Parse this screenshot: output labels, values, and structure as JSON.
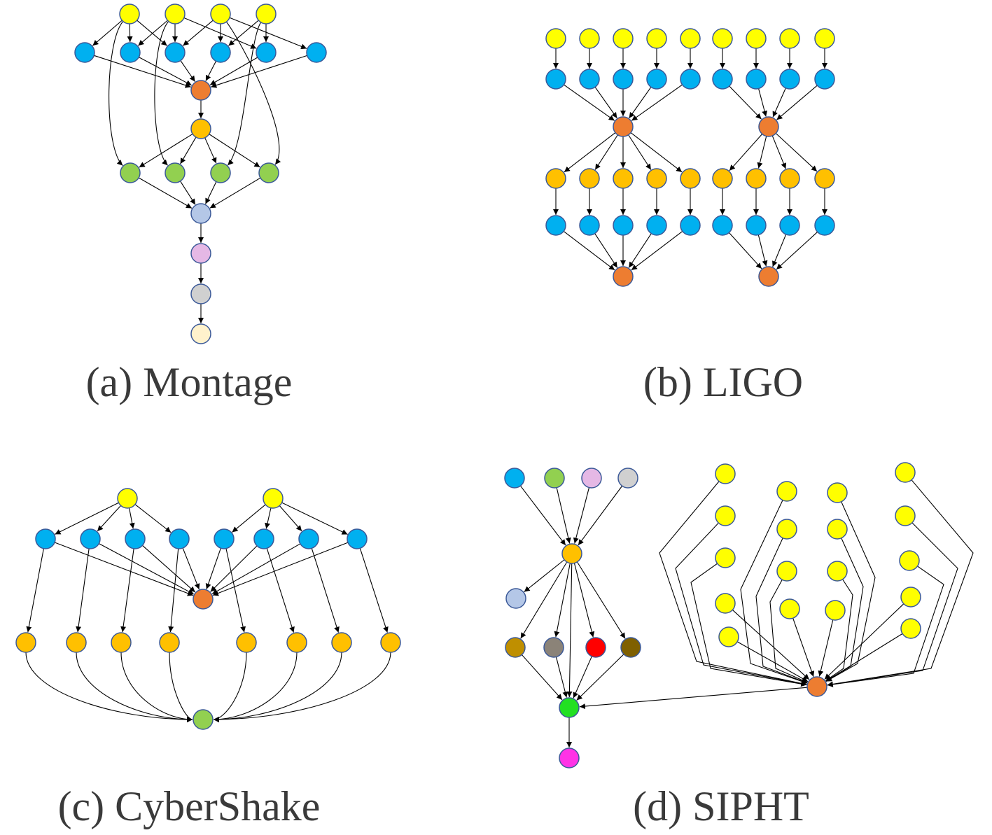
{
  "captions": {
    "montage": "(a) Montage",
    "ligo": "(b) LIGO",
    "cybershake": "(c) CyberShake",
    "sipht": "(d) SIPHT"
  },
  "colors": {
    "yellow": "#ffff00",
    "blue": "#00b0f0",
    "orange": "#ed7d31",
    "amber": "#ffc000",
    "green": "#92d050",
    "lightblue": "#b4c7e7",
    "pink": "#e5b8e5",
    "gray": "#d0d0d0",
    "cream": "#fff2cc",
    "gold": "#bf8f00",
    "graybrown": "#8b8378",
    "red": "#ff0000",
    "brown": "#7f6000",
    "brightgreen": "#22e022",
    "magenta": "#ff33e6"
  },
  "workflows": [
    "Montage",
    "LIGO",
    "CyberShake",
    "SIPHT"
  ]
}
